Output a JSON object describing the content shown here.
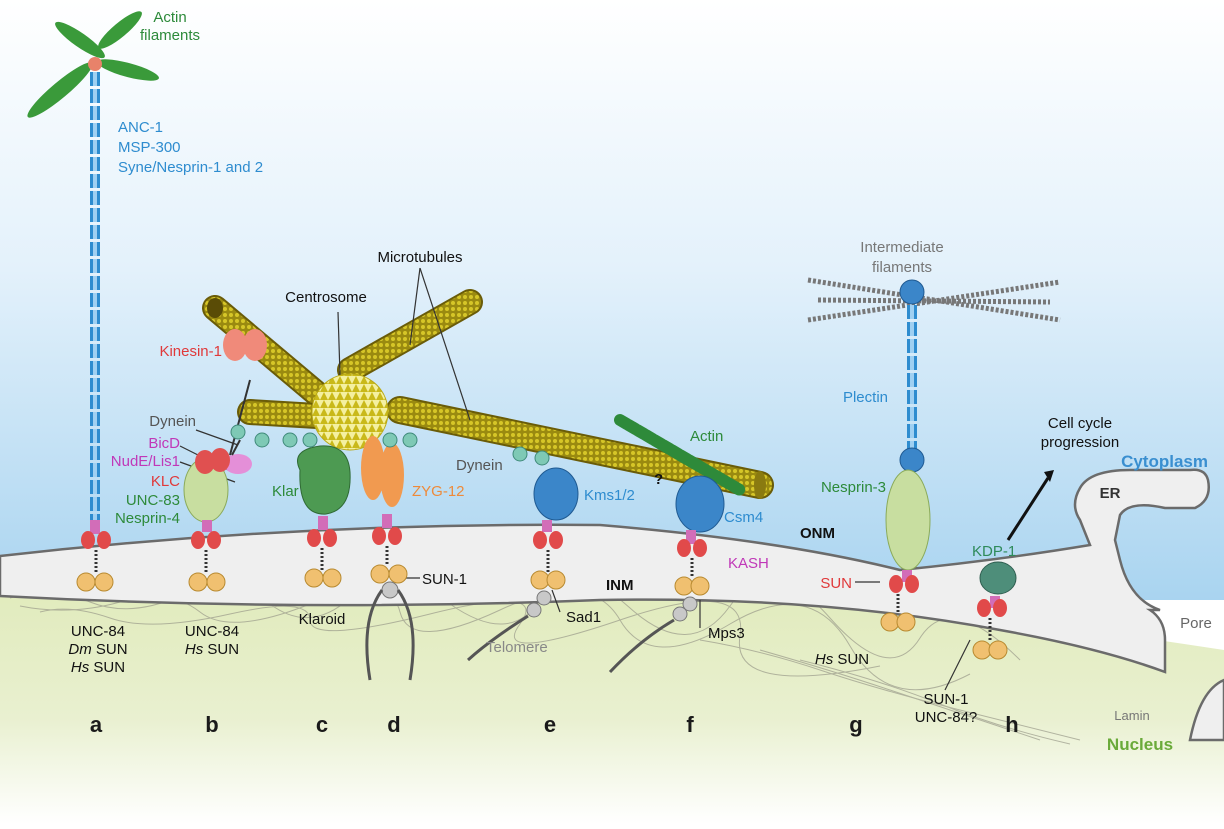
{
  "colors": {
    "blue": "#2e8ccf",
    "green": "#2d8a3a",
    "red": "#e0393a",
    "magenta": "#c038b8",
    "orange": "#ee8a3a",
    "gray": "#7a7a7a",
    "dark": "#1a1a1a",
    "cytoplasm": "#3a8fd0",
    "nucleus": "#6aaa3a"
  },
  "labels": {
    "actin_filaments_1": "Actin",
    "actin_filaments_2": "filaments",
    "anc1_1": "ANC-1",
    "anc1_2": "MSP-300",
    "anc1_3": "Syne/Nesprin-1 and 2",
    "microtubules": "Microtubules",
    "centrosome": "Centrosome",
    "kinesin": "Kinesin-1",
    "dynein_b": "Dynein",
    "bicd": "BicD",
    "nude": "NudE/Lis1",
    "klc": "KLC",
    "unc83_1": "UNC-83",
    "unc83_2": "Nesprin-4",
    "klar": "Klar",
    "zyg12": "ZYG-12",
    "dynein_e": "Dynein",
    "kms": "Kms1/2",
    "actin": "Actin",
    "question": "?",
    "csm4": "Csm4",
    "kash": "KASH",
    "onm": "ONM",
    "inm": "INM",
    "if_1": "Intermediate",
    "if_2": "filaments",
    "plectin": "Plectin",
    "nesprin3": "Nesprin-3",
    "sun": "SUN",
    "kdp1": "KDP-1",
    "cellcycle_1": "Cell cycle",
    "cellcycle_2": "progression",
    "cytoplasm": "Cytoplasm",
    "er": "ER",
    "pore": "Pore",
    "lamin": "Lamin",
    "nucleus": "Nucleus",
    "a_1": "UNC-84",
    "a_2_it": "Dm",
    "a_2": " SUN",
    "a_3_it": "Hs",
    "a_3": " SUN",
    "b_1": "UNC-84",
    "b_2_it": "Hs",
    "b_2": " SUN",
    "klaroid": "Klaroid",
    "sun1_d": "SUN-1",
    "telomere": "Telomere",
    "sad1": "Sad1",
    "mps3": "Mps3",
    "g_it": "Hs",
    "g": " SUN",
    "h_1": "SUN-1",
    "h_2": "UNC-84?"
  },
  "panel_letters": [
    "a",
    "b",
    "c",
    "d",
    "e",
    "f",
    "g",
    "h"
  ]
}
